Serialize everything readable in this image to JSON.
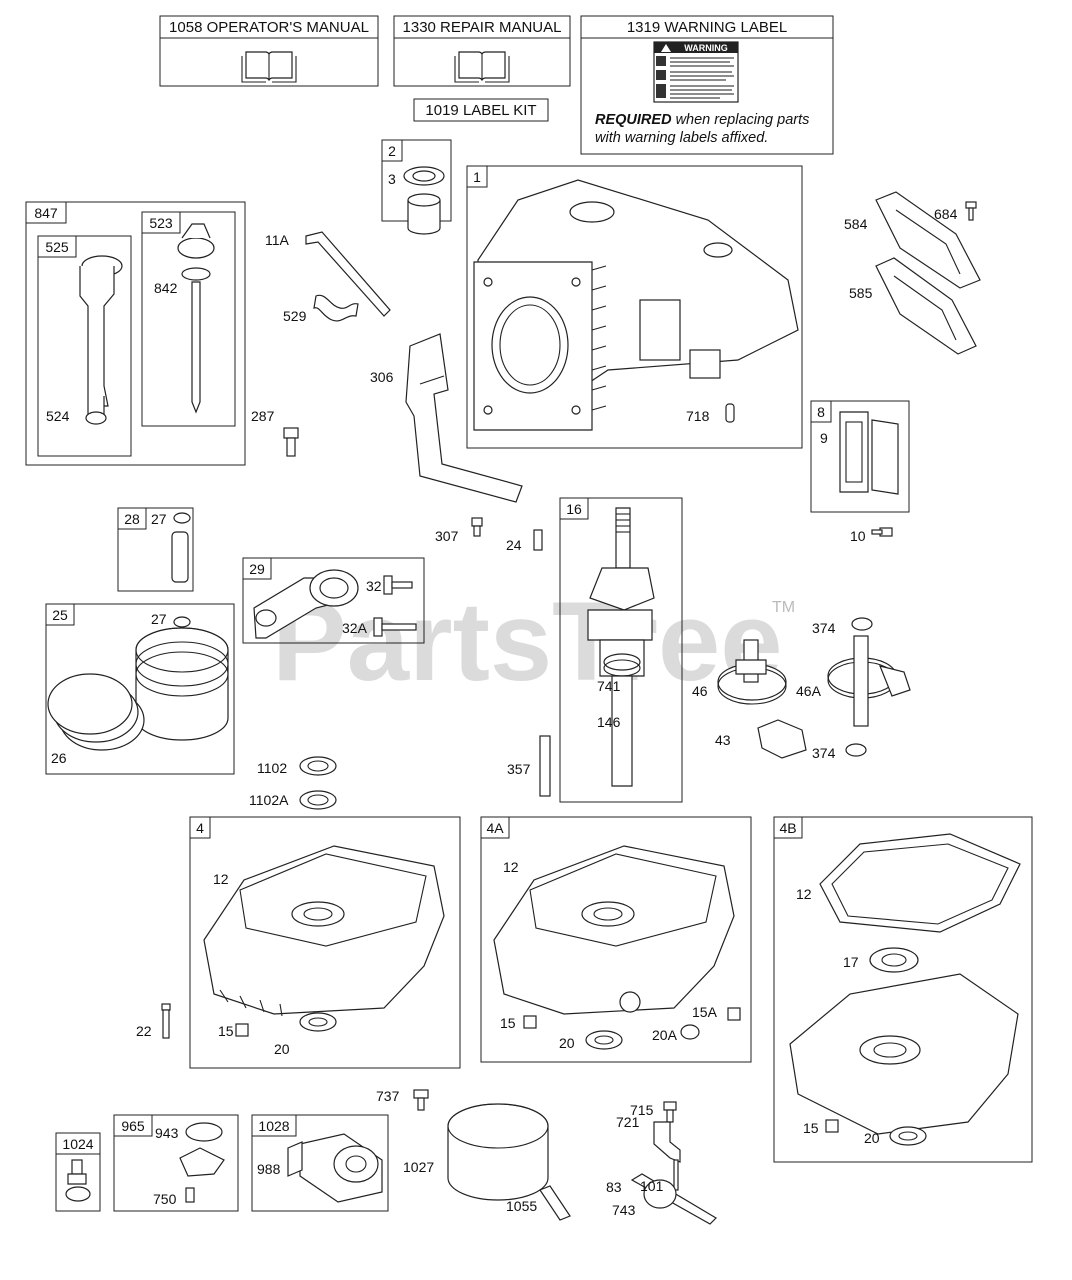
{
  "manuals": {
    "operators": "1058 OPERATOR'S MANUAL",
    "repair": "1330 REPAIR MANUAL",
    "warning": "1319 WARNING LABEL",
    "label_kit": "1019 LABEL KIT",
    "warning_word": "WARNING",
    "required_bold": "REQUIRED",
    "required_rest": " when replacing parts",
    "required_line2": "with warning labels affixed."
  },
  "watermark": {
    "text": "PartsTree",
    "tm": "TM"
  },
  "tags": {
    "t2": "2",
    "t1": "1",
    "t847": "847",
    "t525": "525",
    "t523": "523",
    "t8": "8",
    "t28": "28",
    "t29": "29",
    "t16": "16",
    "t25": "25",
    "t4": "4",
    "t4A": "4A",
    "t4B": "4B",
    "t1024": "1024",
    "t965": "965",
    "t1028": "1028"
  },
  "labels": {
    "l3": "3",
    "l11A": "11A",
    "l529": "529",
    "l842": "842",
    "l306": "306",
    "l584": "584",
    "l684": "684",
    "l585": "585",
    "l718": "718",
    "l524": "524",
    "l287": "287",
    "l9": "9",
    "l10": "10",
    "l307": "307",
    "l24": "24",
    "l27a": "27",
    "l32": "32",
    "l32A": "32A",
    "l27b": "27",
    "l26": "26",
    "l374a": "374",
    "l741": "741",
    "l46": "46",
    "l46A": "46A",
    "l146": "146",
    "l43": "43",
    "l374b": "374",
    "l1102": "1102",
    "l1102A": "1102A",
    "l357": "357",
    "l12a": "12",
    "l12b": "12",
    "l12c": "12",
    "l17": "17",
    "l22": "22",
    "l15a": "15",
    "l20a": "20",
    "l15b": "15",
    "l15A": "15A",
    "l20b": "20",
    "l20A": "20A",
    "l737": "737",
    "l715": "715",
    "l721": "721",
    "l943": "943",
    "l988": "988",
    "l1027": "1027",
    "l750": "750",
    "l101": "101",
    "l83": "83",
    "l1055": "1055",
    "l743": "743",
    "l15c": "15",
    "l20c": "20"
  }
}
